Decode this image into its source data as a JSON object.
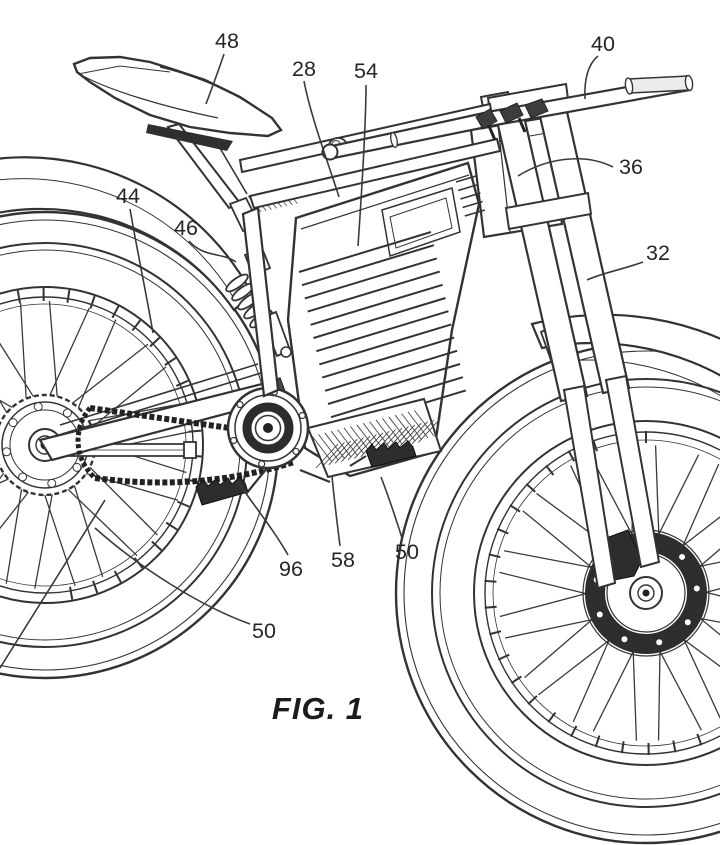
{
  "figure": {
    "caption": "FIG. 1"
  },
  "colors": {
    "ink": "#333333",
    "paper": "#ffffff",
    "dark_fill": "#2d2d2d"
  },
  "callouts": [
    {
      "ref": "48"
    },
    {
      "ref": "28"
    },
    {
      "ref": "54"
    },
    {
      "ref": "40"
    },
    {
      "ref": "36"
    },
    {
      "ref": "32"
    },
    {
      "ref": "44"
    },
    {
      "ref": "46"
    },
    {
      "ref": "96"
    },
    {
      "ref": "58"
    },
    {
      "ref": "50"
    },
    {
      "ref": "50"
    }
  ]
}
